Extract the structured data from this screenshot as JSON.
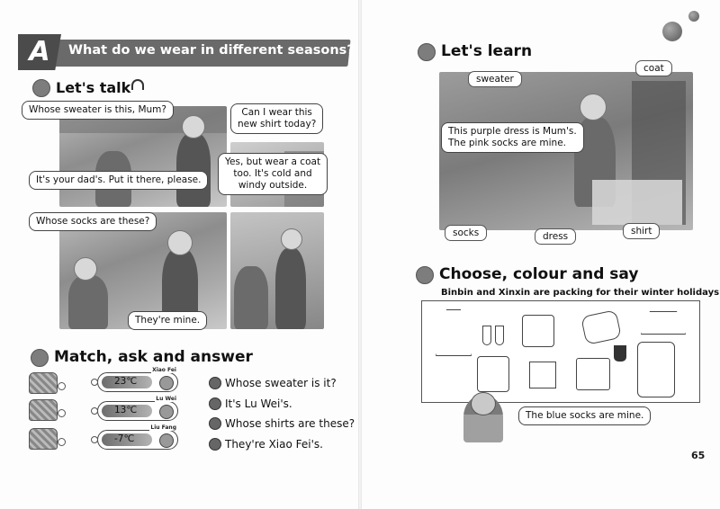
{
  "section_a": {
    "letter": "A",
    "title": "What do we wear in different seasons?"
  },
  "lets_talk": {
    "heading": "Let's talk",
    "bubbles": [
      "Whose sweater is this, Mum?",
      "Can I wear this",
      "new shirt today?",
      "It's your dad's. Put it there, please.",
      "Yes, but wear a coat",
      "too. It's cold and",
      "windy outside.",
      "Whose socks are these?",
      "They're mine."
    ]
  },
  "match": {
    "heading": "Match, ask and answer",
    "temps": [
      {
        "value": "23℃",
        "name": "Xiao Fei"
      },
      {
        "value": "13℃",
        "name": "Lu Wei"
      },
      {
        "value": "-7℃",
        "name": "Liu Fang"
      }
    ],
    "lines": [
      "Whose sweater is it?",
      "It's Lu Wei's.",
      "Whose shirts are these?",
      "They're Xiao Fei's."
    ]
  },
  "lets_learn": {
    "heading": "Let's learn",
    "labels": {
      "sweater": "sweater",
      "coat": "coat",
      "socks": "socks",
      "dress": "dress",
      "shirt": "shirt"
    },
    "bubble_line1": "This purple dress is Mum's.",
    "bubble_line2": "The pink socks are mine."
  },
  "choose": {
    "heading": "Choose, colour and say",
    "instruction": "Binbin and Xinxin are packing for their winter holidays.",
    "bubble": "The blue socks are mine."
  },
  "page_number": "65",
  "colors": {
    "banner": "#6a6a6a",
    "dot": "#7d7d7d"
  }
}
